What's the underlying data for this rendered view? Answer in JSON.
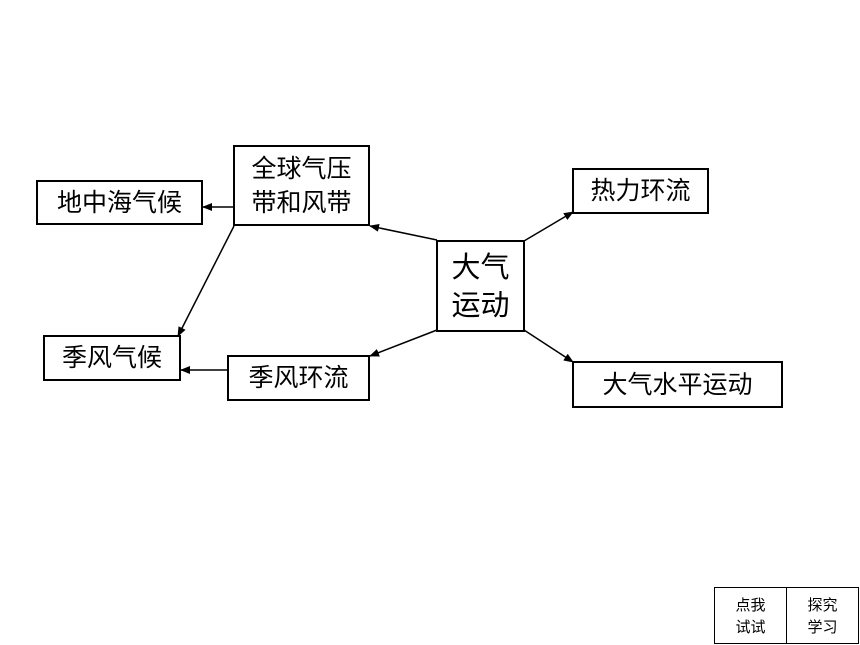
{
  "nodes": {
    "center": "大气\n运动",
    "global_pressure": "全球气压\n带和风带",
    "mediterranean": "地中海气候",
    "monsoon_climate": "季风气候",
    "monsoon_circulation": "季风环流",
    "thermal_circulation": "热力环流",
    "horizontal_motion": "大气水平运动"
  },
  "buttons": {
    "try_label": "点我\n试试",
    "explore_label": "探究\n学习"
  },
  "colors": {
    "line": "#000000",
    "background": "#ffffff"
  }
}
